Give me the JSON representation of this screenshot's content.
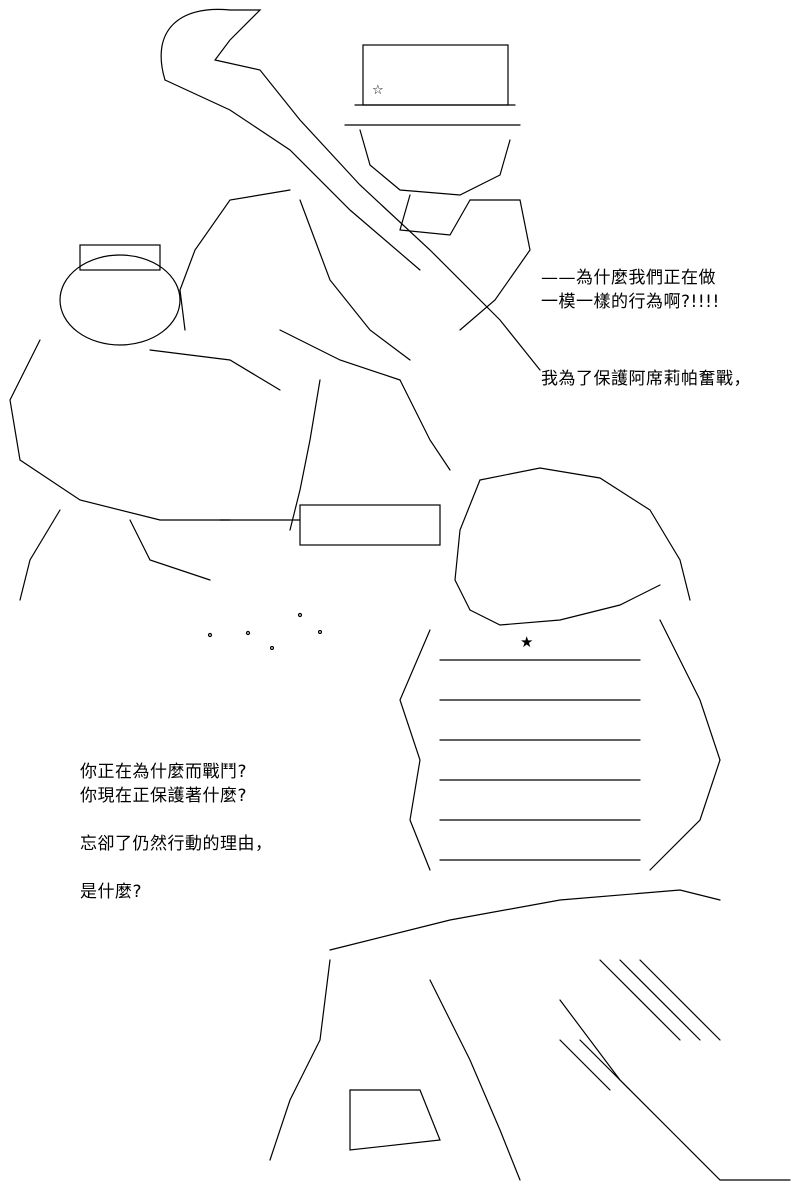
{
  "captions": {
    "top": [
      "——為什麼我們正在做",
      "一模一樣的行為啊?!!!!"
    ],
    "middle": [
      "我為了保護阿席莉帕奮戰，"
    ],
    "left_block_1": [
      "你正在為什麼而戰鬥?",
      "你現在正保護著什麼?"
    ],
    "left_block_2": [
      "忘卻了仍然行動的理由，"
    ],
    "left_block_3": [
      "是什麼?"
    ]
  },
  "glyphs": {
    "hat_star": "☆",
    "solid_star": "★"
  }
}
